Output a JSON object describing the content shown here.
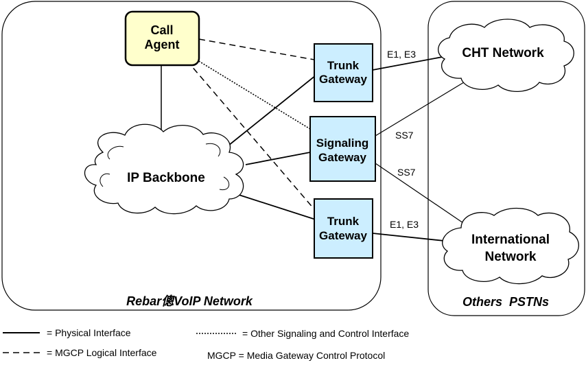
{
  "nodes": {
    "call_agent": {
      "line1": "Call",
      "line2": "Agent"
    },
    "trunk_gateway_top": {
      "line1": "Trunk",
      "line2": "Gateway"
    },
    "signaling_gateway": {
      "line1": "Signaling",
      "line2": "Gateway"
    },
    "trunk_gateway_bottom": {
      "line1": "Trunk",
      "line2": "Gateway"
    },
    "ip_backbone": {
      "label": "IP Backbone"
    },
    "cht_network": {
      "label": "CHT Network"
    },
    "international_network": {
      "line1": "International",
      "line2": "Network"
    }
  },
  "regions": {
    "voip_network": {
      "label": "Rebar傯VoIP Network"
    },
    "others_pstns": {
      "label": "Others  PSTNs"
    }
  },
  "link_labels": {
    "top_e1_e3": "E1, E3",
    "ss7_upper": "SS7",
    "ss7_lower": "SS7",
    "bottom_e1_e3": "E1, E3"
  },
  "legend": {
    "physical": "= Physical Interface",
    "mgcp_logical": "= MGCP Logical Interface",
    "other_signaling": "= Other Signaling and Control Interface",
    "mgcp_definition": "MGCP = Media Gateway Control Protocol"
  },
  "colors": {
    "call_agent_fill": "#FFFFCC",
    "gateway_fill": "#CCEEFF",
    "line": "#000000"
  }
}
